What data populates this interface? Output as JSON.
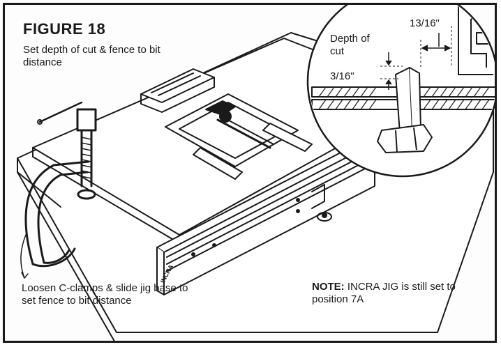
{
  "figure": {
    "title": "FIGURE 18",
    "subtitle": "Set depth of cut & fence to bit distance"
  },
  "inset": {
    "depth_label": "Depth of cut",
    "depth_value": "3/16\"",
    "fence_value": "13/16\""
  },
  "callout": {
    "text": "Loosen C-clamps & slide jig base to set fence to bit distance"
  },
  "note": {
    "label": "NOTE:",
    "text": "INCRA JIG is still set to position 7A"
  },
  "fence": {
    "brand": "INCRA"
  }
}
